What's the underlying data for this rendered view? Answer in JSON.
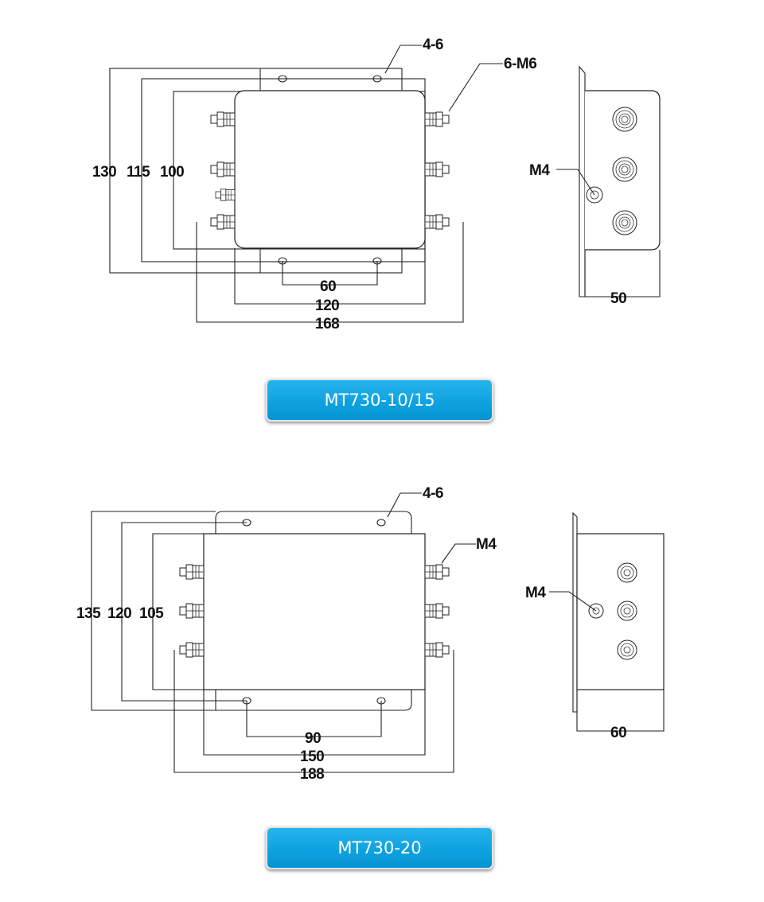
{
  "diagrams": [
    {
      "model": "MT730-10/15",
      "labels": {
        "mount_holes": "4-6",
        "terminal_thread": "6-M6",
        "ground_stud": "M4",
        "height_outer": "130",
        "height_mid": "115",
        "height_inner": "100",
        "hole_spacing": "60",
        "body_width": "120",
        "overall_width": "168",
        "depth": "50"
      }
    },
    {
      "model": "MT730-20",
      "labels": {
        "mount_holes": "4-6",
        "terminal_thread": "M4",
        "ground_stud": "M4",
        "height_outer": "135",
        "height_mid": "120",
        "height_inner": "105",
        "hole_spacing": "90",
        "body_width": "150",
        "overall_width": "188",
        "depth": "60"
      }
    }
  ],
  "colors": {
    "badge": "#0ea2e0",
    "line": "#222222"
  }
}
